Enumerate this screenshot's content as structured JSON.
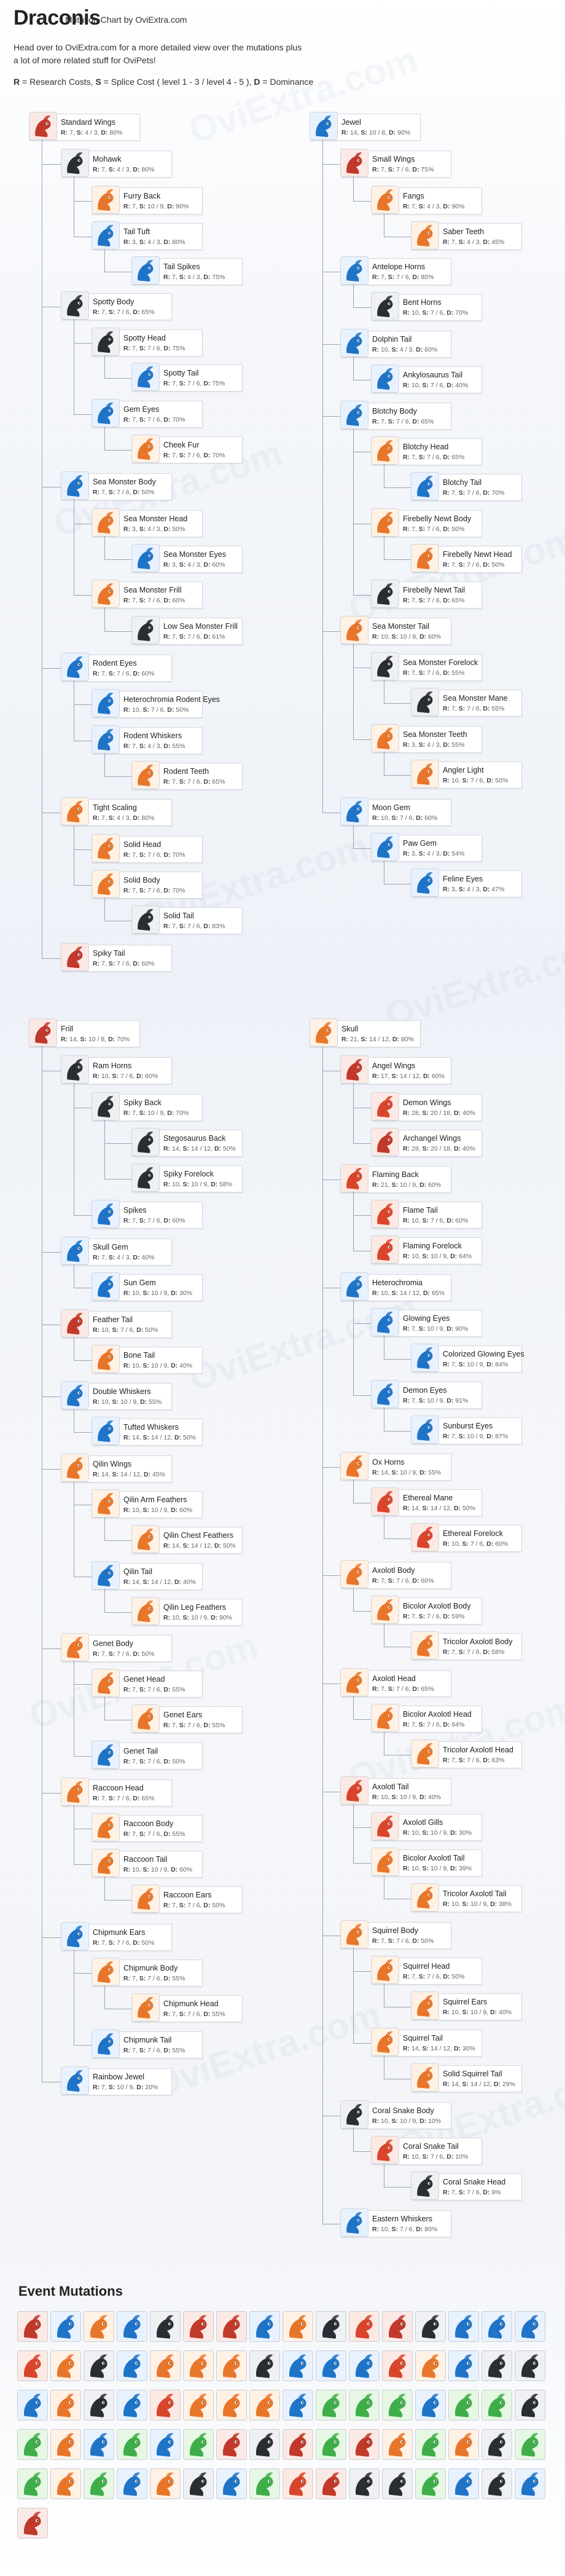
{
  "header": {
    "title": "Draconis",
    "subtitle": "Mutation Chart by OviExtra.com",
    "intro": "Head over to OviExtra.com for a more detailed view over the mutations plus a lot of more related stuff for OviPets!",
    "legend": {
      "r_key": "R",
      "r_text": " = Research Costs, ",
      "s_key": "S",
      "s_text": " = Splice Cost ( level 1 - 3 / level 4 - 5 ), ",
      "d_key": "D",
      "d_text": " = Dominance"
    }
  },
  "watermark": "OviExtra.com",
  "stat_labels": {
    "r": "R:",
    "s": "S:",
    "d": "D:"
  },
  "tree_col_a": [
    {
      "name": "Standard Wings",
      "r": "7",
      "s": "4 / 3",
      "d": "80%",
      "theme": "wing"
    },
    {
      "name": "Mohawk",
      "r": "7",
      "s": "4 / 3",
      "d": "80%",
      "theme": "dark"
    },
    {
      "name": "Furry Back",
      "r": "7",
      "s": "10 / 9",
      "d": "90%",
      "theme": "orange"
    },
    {
      "name": "Tail Tuft",
      "r": "3",
      "s": "4 / 3",
      "d": "80%",
      "theme": "blue"
    },
    {
      "name": "Tail Spikes",
      "r": "7",
      "s": "4 / 3",
      "d": "75%",
      "theme": "blue"
    },
    {
      "name": "Spotty Body",
      "r": "7",
      "s": "7 / 6",
      "d": "65%",
      "theme": "dark"
    },
    {
      "name": "Spotty Head",
      "r": "7",
      "s": "7 / 6",
      "d": "75%",
      "theme": "dark"
    },
    {
      "name": "Spotty Tail",
      "r": "7",
      "s": "7 / 6",
      "d": "75%",
      "theme": "blue"
    },
    {
      "name": "Gem Eyes",
      "r": "7",
      "s": "7 / 6",
      "d": "70%",
      "theme": "blue"
    },
    {
      "name": "Cheek Fur",
      "r": "7",
      "s": "7 / 6",
      "d": "70%",
      "theme": "orange"
    },
    {
      "name": "Sea Monster Body",
      "r": "7",
      "s": "7 / 6",
      "d": "50%",
      "theme": "blue"
    },
    {
      "name": "Sea Monster Head",
      "r": "3",
      "s": "4 / 3",
      "d": "50%",
      "theme": "orange"
    },
    {
      "name": "Sea Monster Eyes",
      "r": "3",
      "s": "4 / 3",
      "d": "60%",
      "theme": "blue"
    },
    {
      "name": "Sea Monster Frill",
      "r": "7",
      "s": "7 / 6",
      "d": "60%",
      "theme": "orange"
    },
    {
      "name": "Low Sea Monster Frill",
      "r": "7",
      "s": "7 / 6",
      "d": "61%",
      "theme": "dark"
    },
    {
      "name": "Rodent Eyes",
      "r": "7",
      "s": "7 / 6",
      "d": "60%",
      "theme": "blue"
    },
    {
      "name": "Heterochromia Rodent Eyes",
      "r": "10",
      "s": "7 / 6",
      "d": "50%",
      "theme": "blue"
    },
    {
      "name": "Rodent Whiskers",
      "r": "7",
      "s": "4 / 3",
      "d": "55%",
      "theme": "blue"
    },
    {
      "name": "Rodent Teeth",
      "r": "7",
      "s": "7 / 6",
      "d": "65%",
      "theme": "orange"
    },
    {
      "name": "Tight Scaling",
      "r": "7",
      "s": "4 / 3",
      "d": "80%",
      "theme": "orange"
    },
    {
      "name": "Solid Head",
      "r": "7",
      "s": "7 / 6",
      "d": "70%",
      "theme": "orange"
    },
    {
      "name": "Solid Body",
      "r": "7",
      "s": "7 / 6",
      "d": "70%",
      "theme": "orange"
    },
    {
      "name": "Solid Tail",
      "r": "7",
      "s": "7 / 6",
      "d": "83%",
      "theme": "dark"
    },
    {
      "name": "Spiky Tail",
      "r": "7",
      "s": "7 / 6",
      "d": "60%",
      "theme": "wing"
    }
  ],
  "tree_col_b": [
    {
      "name": "Jewel",
      "r": "14",
      "s": "10 / 8",
      "d": "90%",
      "theme": "blue"
    },
    {
      "name": "Small Wings",
      "r": "7",
      "s": "7 / 6",
      "d": "75%",
      "theme": "wing"
    },
    {
      "name": "Fangs",
      "r": "7",
      "s": "4 / 3",
      "d": "90%",
      "theme": "orange"
    },
    {
      "name": "Saber Teeth",
      "r": "7",
      "s": "4 / 3",
      "d": "45%",
      "theme": "orange"
    },
    {
      "name": "Antelope Horns",
      "r": "7",
      "s": "7 / 6",
      "d": "80%",
      "theme": "blue"
    },
    {
      "name": "Bent Horns",
      "r": "10",
      "s": "7 / 6",
      "d": "70%",
      "theme": "dark"
    },
    {
      "name": "Dolphin Tail",
      "r": "10",
      "s": "4 / 3",
      "d": "60%",
      "theme": "blue"
    },
    {
      "name": "Ankylosaurus Tail",
      "r": "10",
      "s": "7 / 6",
      "d": "40%",
      "theme": "blue"
    },
    {
      "name": "Blotchy Body",
      "r": "7",
      "s": "7 / 6",
      "d": "65%",
      "theme": "blue"
    },
    {
      "name": "Blotchy Head",
      "r": "7",
      "s": "7 / 6",
      "d": "65%",
      "theme": "orange"
    },
    {
      "name": "Blotchy Tail",
      "r": "7",
      "s": "7 / 6",
      "d": "70%",
      "theme": "blue"
    },
    {
      "name": "Firebelly Newt Body",
      "r": "7",
      "s": "7 / 6",
      "d": "50%",
      "theme": "orange"
    },
    {
      "name": "Firebelly Newt Head",
      "r": "7",
      "s": "7 / 6",
      "d": "50%",
      "theme": "orange"
    },
    {
      "name": "Firebelly Newt Tail",
      "r": "7",
      "s": "7 / 6",
      "d": "65%",
      "theme": "dark"
    },
    {
      "name": "Sea Monster Tail",
      "r": "10",
      "s": "10 / 9",
      "d": "60%",
      "theme": "orange"
    },
    {
      "name": "Sea Monster Forelock",
      "r": "7",
      "s": "7 / 6",
      "d": "55%",
      "theme": "dark"
    },
    {
      "name": "Sea Monster Mane",
      "r": "7",
      "s": "7 / 6",
      "d": "55%",
      "theme": "dark"
    },
    {
      "name": "Sea Monster Teeth",
      "r": "3",
      "s": "4 / 3",
      "d": "55%",
      "theme": "orange"
    },
    {
      "name": "Angler Light",
      "r": "10",
      "s": "7 / 6",
      "d": "50%",
      "theme": "orange"
    },
    {
      "name": "Moon Gem",
      "r": "10",
      "s": "7 / 6",
      "d": "60%",
      "theme": "blue"
    },
    {
      "name": "Paw Gem",
      "r": "3",
      "s": "4 / 3",
      "d": "54%",
      "theme": "blue"
    },
    {
      "name": "Feline Eyes",
      "r": "3",
      "s": "4 / 3",
      "d": "47%",
      "theme": "blue"
    }
  ],
  "tree_col_c": [
    {
      "name": "Frill",
      "r": "14",
      "s": "10 / 8",
      "d": "70%",
      "theme": "wing"
    },
    {
      "name": "Ram Horns",
      "r": "10",
      "s": "7 / 6",
      "d": "60%",
      "theme": "dark"
    },
    {
      "name": "Spiky Back",
      "r": "7",
      "s": "10 / 9",
      "d": "70%",
      "theme": "dark"
    },
    {
      "name": "Stegosaurus Back",
      "r": "14",
      "s": "14 / 12",
      "d": "50%",
      "theme": "dark"
    },
    {
      "name": "Spiky Forelock",
      "r": "10",
      "s": "10 / 9",
      "d": "58%",
      "theme": "dark"
    },
    {
      "name": "Spikes",
      "r": "7",
      "s": "7 / 6",
      "d": "60%",
      "theme": "blue"
    },
    {
      "name": "Skull Gem",
      "r": "7",
      "s": "4 / 3",
      "d": "40%",
      "theme": "blue"
    },
    {
      "name": "Sun Gem",
      "r": "10",
      "s": "10 / 9",
      "d": "30%",
      "theme": "blue"
    },
    {
      "name": "Feather Tail",
      "r": "10",
      "s": "7 / 6",
      "d": "50%",
      "theme": "wing"
    },
    {
      "name": "Bone Tail",
      "r": "10",
      "s": "10 / 9",
      "d": "40%",
      "theme": "orange"
    },
    {
      "name": "Double Whiskers",
      "r": "10",
      "s": "10 / 9",
      "d": "55%",
      "theme": "blue"
    },
    {
      "name": "Tufted Whiskers",
      "r": "14",
      "s": "14 / 12",
      "d": "50%",
      "theme": "blue"
    },
    {
      "name": "Qilin Wings",
      "r": "14",
      "s": "14 / 12",
      "d": "45%",
      "theme": "orange"
    },
    {
      "name": "Qilin Arm Feathers",
      "r": "10",
      "s": "10 / 9",
      "d": "60%",
      "theme": "orange"
    },
    {
      "name": "Qilin Chest Feathers",
      "r": "14",
      "s": "14 / 12",
      "d": "50%",
      "theme": "orange"
    },
    {
      "name": "Qilin Tail",
      "r": "14",
      "s": "14 / 12",
      "d": "40%",
      "theme": "blue"
    },
    {
      "name": "Qilin Leg Feathers",
      "r": "10",
      "s": "10 / 9",
      "d": "90%",
      "theme": "orange"
    },
    {
      "name": "Genet Body",
      "r": "7",
      "s": "7 / 6",
      "d": "50%",
      "theme": "orange"
    },
    {
      "name": "Genet Head",
      "r": "7",
      "s": "7 / 6",
      "d": "55%",
      "theme": "orange"
    },
    {
      "name": "Genet Ears",
      "r": "7",
      "s": "7 / 6",
      "d": "55%",
      "theme": "orange"
    },
    {
      "name": "Genet Tail",
      "r": "7",
      "s": "7 / 6",
      "d": "50%",
      "theme": "blue"
    },
    {
      "name": "Raccoon Head",
      "r": "7",
      "s": "7 / 6",
      "d": "65%",
      "theme": "orange"
    },
    {
      "name": "Raccoon Body",
      "r": "7",
      "s": "7 / 6",
      "d": "55%",
      "theme": "orange"
    },
    {
      "name": "Raccoon Tail",
      "r": "10",
      "s": "10 / 9",
      "d": "60%",
      "theme": "orange"
    },
    {
      "name": "Raccoon Ears",
      "r": "7",
      "s": "7 / 6",
      "d": "50%",
      "theme": "orange"
    },
    {
      "name": "Chipmunk Ears",
      "r": "7",
      "s": "7 / 6",
      "d": "50%",
      "theme": "blue"
    },
    {
      "name": "Chipmunk Body",
      "r": "7",
      "s": "7 / 6",
      "d": "55%",
      "theme": "orange"
    },
    {
      "name": "Chipmunk Head",
      "r": "7",
      "s": "7 / 6",
      "d": "55%",
      "theme": "orange"
    },
    {
      "name": "Chipmunk Tail",
      "r": "7",
      "s": "7 / 6",
      "d": "55%",
      "theme": "blue"
    },
    {
      "name": "Rainbow Jewel",
      "r": "7",
      "s": "10 / 9",
      "d": "20%",
      "theme": "blue"
    }
  ],
  "tree_col_d": [
    {
      "name": "Skull",
      "r": "21",
      "s": "14 / 12",
      "d": "80%",
      "theme": "orange"
    },
    {
      "name": "Angel Wings",
      "r": "17",
      "s": "14 / 12",
      "d": "60%",
      "theme": "wing"
    },
    {
      "name": "Demon Wings",
      "r": "28",
      "s": "20 / 18",
      "d": "40%",
      "theme": "red"
    },
    {
      "name": "Archangel Wings",
      "r": "28",
      "s": "20 / 18",
      "d": "40%",
      "theme": "wing"
    },
    {
      "name": "Flaming Back",
      "r": "21",
      "s": "10 / 9",
      "d": "60%",
      "theme": "red"
    },
    {
      "name": "Flame Tail",
      "r": "10",
      "s": "7 / 6",
      "d": "60%",
      "theme": "red"
    },
    {
      "name": "Flaming Forelock",
      "r": "10",
      "s": "10 / 9",
      "d": "64%",
      "theme": "red"
    },
    {
      "name": "Heterochromia",
      "r": "10",
      "s": "14 / 12",
      "d": "65%",
      "theme": "blue"
    },
    {
      "name": "Glowing Eyes",
      "r": "7",
      "s": "10 / 9",
      "d": "90%",
      "theme": "blue"
    },
    {
      "name": "Colorized Glowing Eyes",
      "r": "7",
      "s": "10 / 9",
      "d": "84%",
      "theme": "blue"
    },
    {
      "name": "Demon Eyes",
      "r": "7",
      "s": "10 / 9",
      "d": "91%",
      "theme": "blue"
    },
    {
      "name": "Sunburst Eyes",
      "r": "7",
      "s": "10 / 9",
      "d": "87%",
      "theme": "blue"
    },
    {
      "name": "Ox Horns",
      "r": "14",
      "s": "10 / 9",
      "d": "55%",
      "theme": "orange"
    },
    {
      "name": "Ethereal Mane",
      "r": "14",
      "s": "14 / 12",
      "d": "50%",
      "theme": "red"
    },
    {
      "name": "Ethereal Forelock",
      "r": "10",
      "s": "7 / 6",
      "d": "60%",
      "theme": "red"
    },
    {
      "name": "Axolotl Body",
      "r": "7",
      "s": "7 / 6",
      "d": "60%",
      "theme": "orange"
    },
    {
      "name": "Bicolor Axolotl Body",
      "r": "7",
      "s": "7 / 6",
      "d": "59%",
      "theme": "orange"
    },
    {
      "name": "Tricolor Axolotl Body",
      "r": "7",
      "s": "7 / 6",
      "d": "58%",
      "theme": "orange"
    },
    {
      "name": "Axolotl Head",
      "r": "7",
      "s": "7 / 6",
      "d": "65%",
      "theme": "orange"
    },
    {
      "name": "Bicolor Axolotl Head",
      "r": "7",
      "s": "7 / 6",
      "d": "64%",
      "theme": "orange"
    },
    {
      "name": "Tricolor Axolotl Head",
      "r": "7",
      "s": "7 / 6",
      "d": "63%",
      "theme": "orange"
    },
    {
      "name": "Axolotl Tail",
      "r": "10",
      "s": "10 / 9",
      "d": "40%",
      "theme": "red"
    },
    {
      "name": "Axolotl Gills",
      "r": "10",
      "s": "10 / 9",
      "d": "30%",
      "theme": "red"
    },
    {
      "name": "Bicolor Axolotl Tail",
      "r": "10",
      "s": "10 / 9",
      "d": "39%",
      "theme": "orange"
    },
    {
      "name": "Tricolor Axolotl Tail",
      "r": "10",
      "s": "10 / 9",
      "d": "38%",
      "theme": "orange"
    },
    {
      "name": "Squirrel Body",
      "r": "7",
      "s": "7 / 6",
      "d": "50%",
      "theme": "orange"
    },
    {
      "name": "Squirrel Head",
      "r": "7",
      "s": "7 / 6",
      "d": "50%",
      "theme": "orange"
    },
    {
      "name": "Squirrel Ears",
      "r": "10",
      "s": "10 / 9",
      "d": "40%",
      "theme": "orange"
    },
    {
      "name": "Squirrel Tail",
      "r": "14",
      "s": "14 / 12",
      "d": "30%",
      "theme": "orange"
    },
    {
      "name": "Solid Squirrel Tail",
      "r": "14",
      "s": "14 / 12",
      "d": "29%",
      "theme": "orange"
    },
    {
      "name": "Coral Snake Body",
      "r": "10",
      "s": "10 / 9",
      "d": "10%",
      "theme": "dark"
    },
    {
      "name": "Coral Snake Tail",
      "r": "10",
      "s": "7 / 6",
      "d": "10%",
      "theme": "red"
    },
    {
      "name": "Coral Snake Head",
      "r": "7",
      "s": "7 / 6",
      "d": "9%",
      "theme": "dark"
    },
    {
      "name": "Eastern Whiskers",
      "r": "10",
      "s": "7 / 6",
      "d": "80%",
      "theme": "blue"
    }
  ],
  "event_section": {
    "title": "Event Mutations",
    "icons": [
      "wing",
      "blue",
      "orange",
      "blue",
      "dark",
      "wing",
      "wing",
      "blue",
      "orange",
      "dark",
      "red",
      "wing",
      "dark",
      "blue",
      "blue",
      "blue",
      "red",
      "orange",
      "dark",
      "blue",
      "orange",
      "orange",
      "orange",
      "dark",
      "blue",
      "blue",
      "blue",
      "red",
      "orange",
      "blue",
      "dark",
      "dark",
      "blue",
      "orange",
      "dark",
      "blue",
      "red",
      "orange",
      "orange",
      "orange",
      "blue",
      "green",
      "green",
      "green",
      "blue",
      "green",
      "green",
      "dark",
      "green",
      "orange",
      "blue",
      "green",
      "blue",
      "green",
      "wing",
      "dark",
      "wing",
      "green",
      "wing",
      "orange",
      "green",
      "orange",
      "dark",
      "green",
      "green",
      "orange",
      "green",
      "blue",
      "orange",
      "dark",
      "blue",
      "green",
      "red",
      "wing",
      "dark",
      "dark",
      "green",
      "blue",
      "dark",
      "blue",
      "wing"
    ]
  },
  "theme_colors": {
    "orange": "#e8762a",
    "blue": "#1f74c8",
    "dark": "#2a2d33",
    "wing": "#c0392b",
    "red": "#d9452b",
    "green": "#3fae4a",
    "bg_orange": "#fff1e4",
    "bg_blue": "#e8f2ff",
    "bg_dark": "#eef0f3",
    "bg_wing": "#fbe9e6",
    "bg_red": "#fde9e3",
    "bg_green": "#e6f7e4"
  }
}
